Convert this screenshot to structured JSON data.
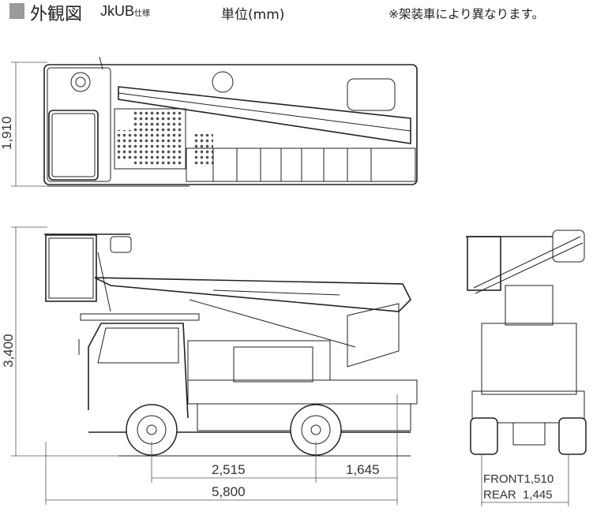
{
  "header": {
    "title": "外観図",
    "model": "JkUB",
    "spec": "仕様",
    "unit": "単位(mm)",
    "note": "※架装車により異なります。"
  },
  "dimensions": {
    "width_top": "1,910",
    "height": "3,400",
    "wheelbase": "2,515",
    "rear_overhang": "1,645",
    "overall_length": "5,800",
    "front_tread": "FRONT1,510",
    "rear_tread": "REAR  1,445"
  }
}
